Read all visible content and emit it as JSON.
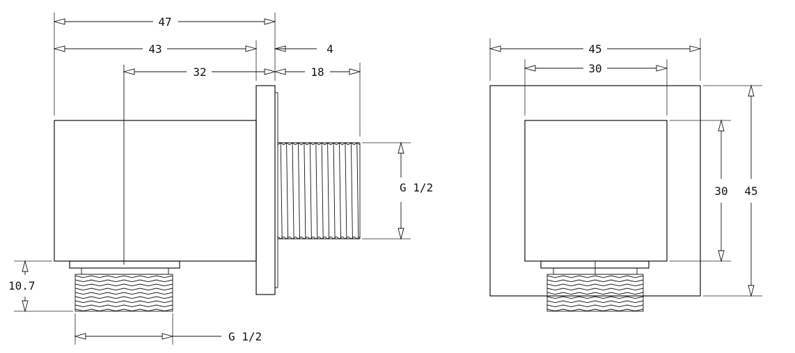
{
  "drawing": {
    "side_view": {
      "dim_overall_width": "47",
      "dim_body_width": "43",
      "dim_axis_to_plate": "32",
      "dim_plate_thickness": "4",
      "dim_thread_length": "18",
      "dim_bottom_thread_height": "10.7",
      "label_side_thread": "G 1/2",
      "label_bottom_thread": "G 1/2"
    },
    "front_view": {
      "dim_plate_width": "45",
      "dim_body_width": "30",
      "dim_body_height": "30",
      "dim_plate_height": "45"
    }
  }
}
